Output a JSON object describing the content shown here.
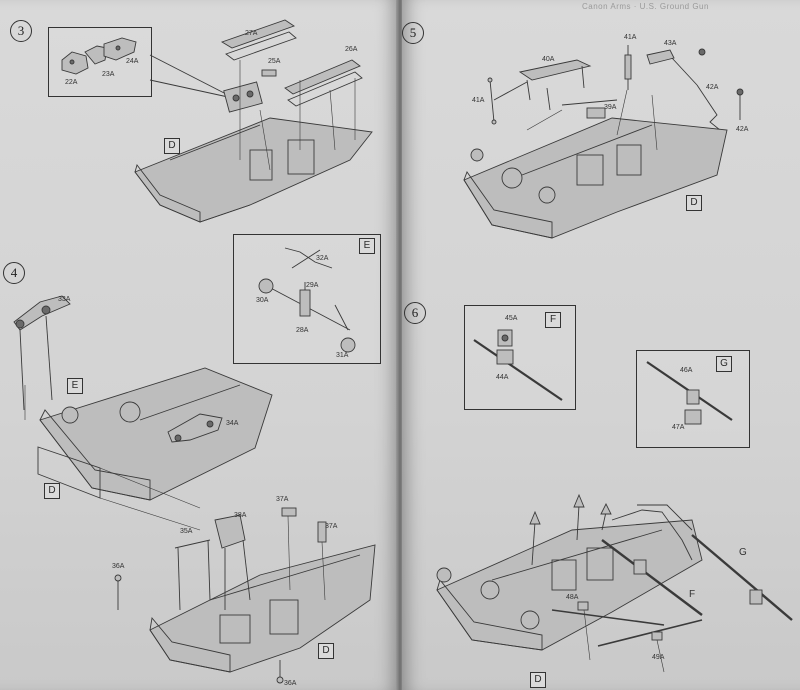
{
  "header": {
    "left_text": "",
    "right_text": "Cаnon Arms · U.S. Ground Gun"
  },
  "pages": {
    "left": {
      "steps": [
        {
          "number": "3",
          "labels": [
            "27A",
            "25A",
            "26A",
            "22A",
            "23A",
            "24A",
            "D"
          ]
        },
        {
          "number": "4",
          "labels": [
            "33A",
            "34A",
            "E",
            "D",
            "32A",
            "29A",
            "30A",
            "28A",
            "31A",
            "35A",
            "38A",
            "37A",
            "37A",
            "36A",
            "36A",
            "D"
          ],
          "callout_letter": "E"
        }
      ]
    },
    "right": {
      "steps": [
        {
          "number": "5",
          "labels": [
            "41A",
            "40A",
            "43A",
            "41A",
            "39A",
            "42A",
            "42A",
            "D"
          ]
        },
        {
          "number": "6",
          "labels": [
            "45A",
            "44A",
            "46A",
            "47A",
            "48A",
            "49A",
            "F",
            "G",
            "D"
          ],
          "callout_letters": [
            "F",
            "G"
          ]
        }
      ]
    }
  }
}
